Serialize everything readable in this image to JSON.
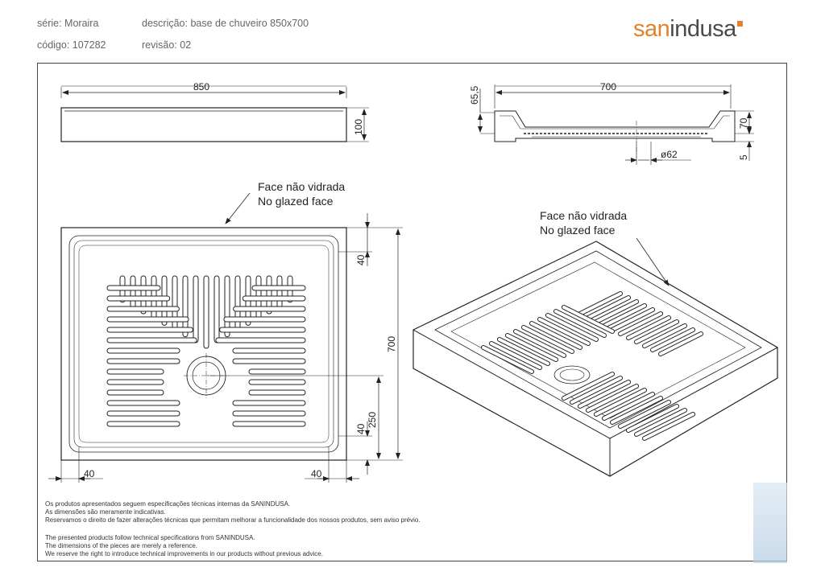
{
  "header": {
    "serie": "série: Moraira",
    "codigo": "código: 107282",
    "descricao": "descrição: base de chuveiro 850x700",
    "revisao": "revisão: 02"
  },
  "logo": {
    "part1": "san",
    "part2": "indusa"
  },
  "drawing": {
    "front_width": "850",
    "front_height": "100",
    "side_width": "700",
    "side_rim": "65,5",
    "side_height": "70",
    "side_foot": "5",
    "drain_dia": "ø62",
    "plan_depth": "700",
    "plan_margin_top": "40",
    "plan_drain_offset": "250",
    "plan_margin_bottom": "40",
    "plan_margin_left": "40",
    "plan_margin_right": "40",
    "face_label_pt": "Face não vidrada",
    "face_label_en": "No glazed face"
  },
  "notes_pt": [
    "Os produtos apresentados seguem especificações técnicas internas da SANINDUSA.",
    "As dimensões são meramente indicativas.",
    "Reservamos o direito de fazer alterações técnicas que permitam melhorar a funcionalidade dos nossos produtos, sem aviso prévio."
  ],
  "notes_en": [
    "The presented products follow technical specifications from SANINDUSA.",
    "The dimensions of the pieces are merely a reference.",
    "We reserve the right to introduce technical improvements in our products without previous advice."
  ],
  "colors": {
    "brand_orange": "#e2822a",
    "brand_grey": "#4a4a4a",
    "line": "#222222"
  }
}
